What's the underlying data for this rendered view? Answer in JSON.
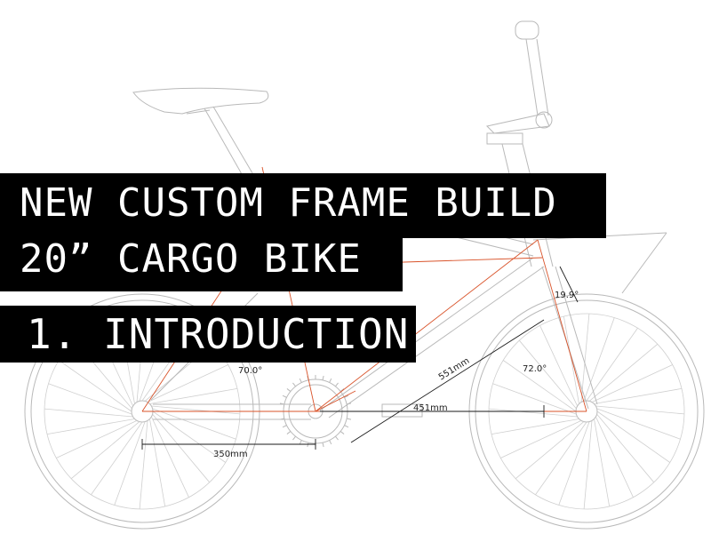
{
  "title": {
    "line1": "NEW CUSTOM FRAME BUILD",
    "line2": "20” CARGO BIKE",
    "section": "1. INTRODUCTION"
  },
  "dimensions": {
    "seat_angle": "70.0°",
    "head_angle": "72.0°",
    "fork_angle": "19.9°",
    "chainstay": "350mm",
    "front_center_horizontal": "451mm",
    "front_center": "551mm"
  },
  "colors": {
    "line": "#b9b9b9",
    "construction": "#d9532a",
    "banner": "#000000",
    "banner_text": "#ffffff"
  }
}
